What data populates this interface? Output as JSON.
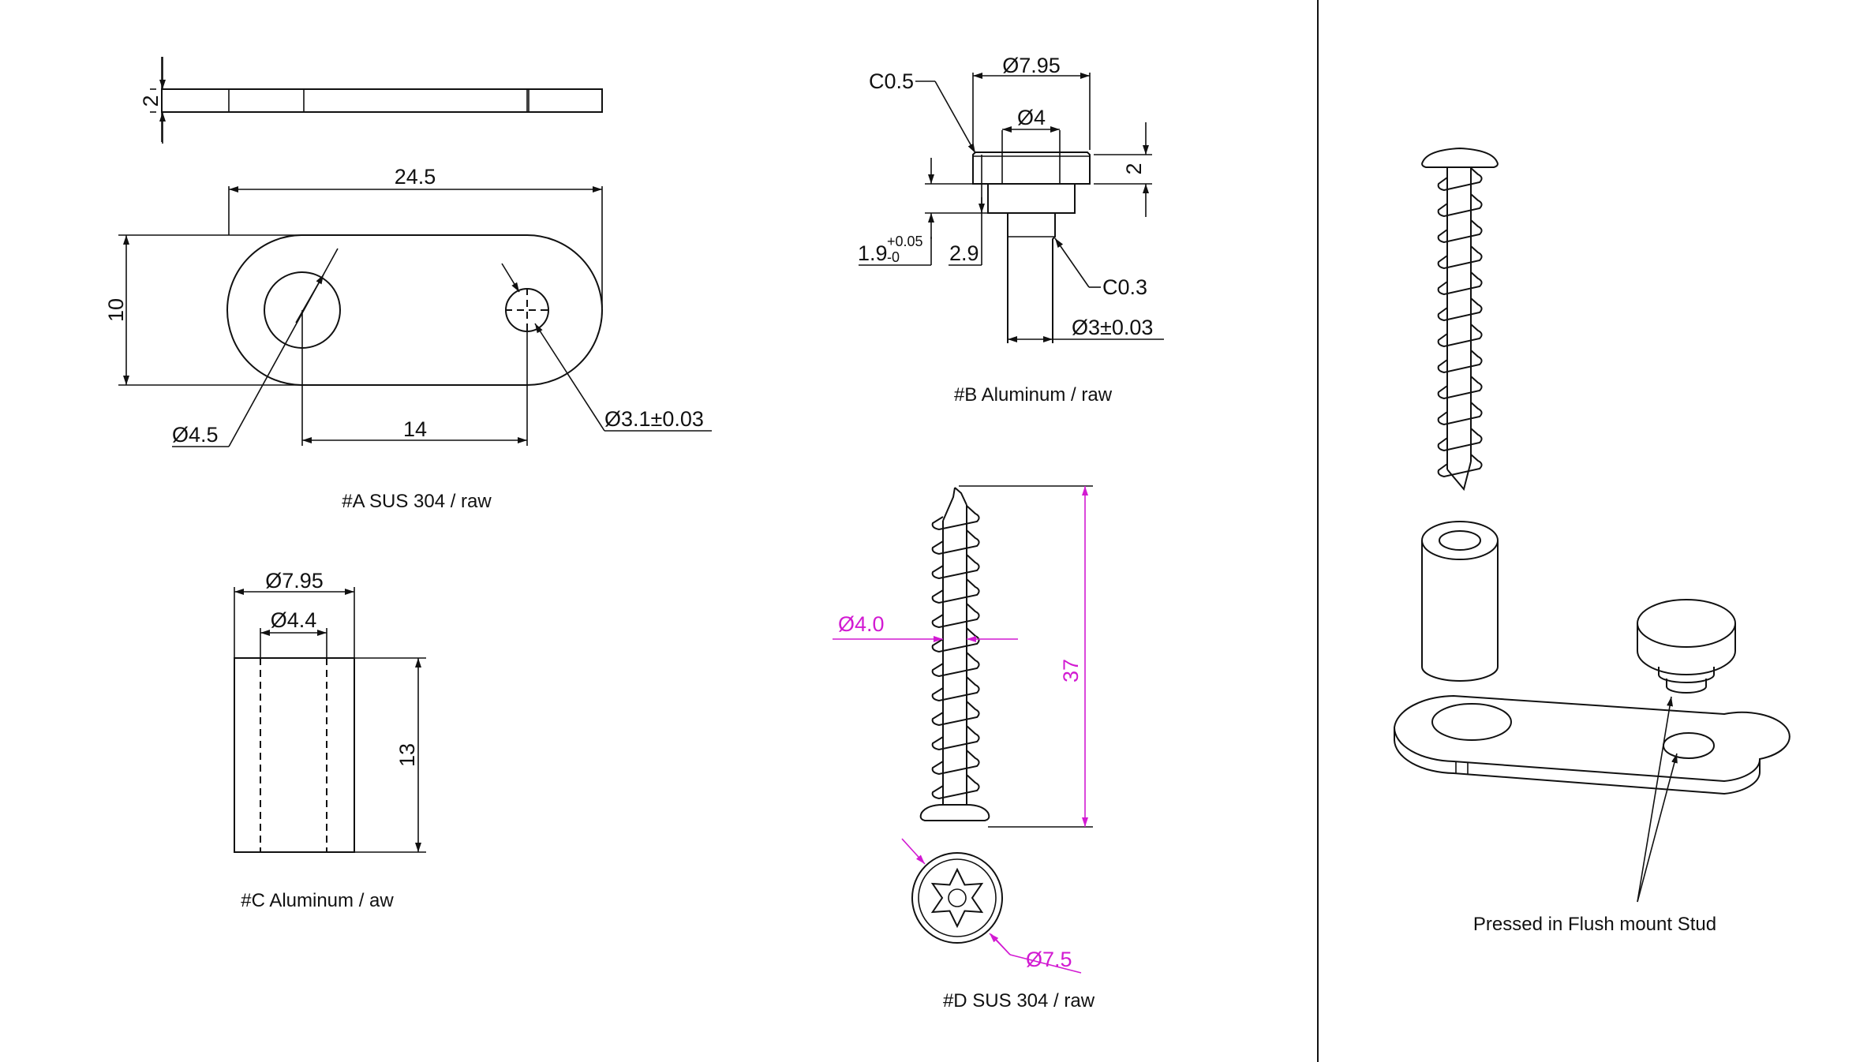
{
  "part_a": {
    "caption": "#A   SUS 304 / raw",
    "dim_thickness": "2",
    "dim_length": "24.5",
    "dim_height": "10",
    "dim_pitch": "14",
    "dim_large_hole": "Ø4.5",
    "dim_small_hole": "Ø3.1±0.03"
  },
  "part_b": {
    "caption": "#B Aluminum / raw",
    "dim_head_dia": "Ø7.95",
    "dim_inner_dia": "Ø4",
    "dim_head_chamfer": "C0.5",
    "dim_head_height": "2",
    "dim_neck_base": "1.9",
    "dim_neck_tol_upper": "+0.05",
    "dim_neck_tol_lower": "-0",
    "dim_neck_length": "2.9",
    "dim_shaft_chamfer": "C0.3",
    "dim_shaft_dia": "Ø3±0.03"
  },
  "part_c": {
    "caption": "#C Aluminum / aw",
    "dim_outer_dia": "Ø7.95",
    "dim_inner_dia": "Ø4.4",
    "dim_length": "13"
  },
  "part_d": {
    "caption": "#D SUS 304 / raw",
    "dim_thread_dia": "Ø4.0",
    "dim_length": "37",
    "dim_head_dia": "Ø7.5"
  },
  "assembly": {
    "callout": "Pressed in Flush mount Stud"
  },
  "colors": {
    "line": "#111111",
    "highlight": "#d21ad2"
  }
}
